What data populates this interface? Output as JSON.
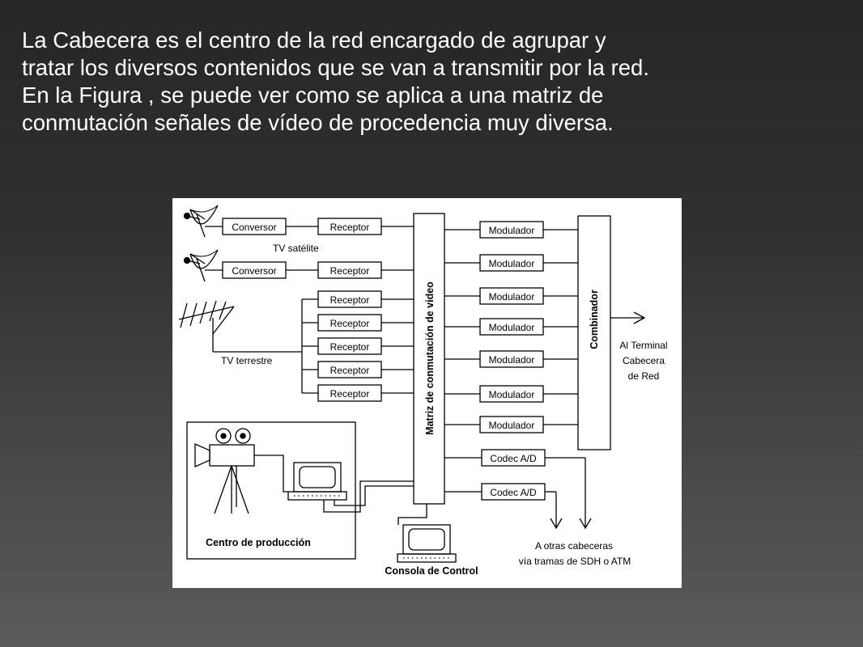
{
  "paragraph": {
    "lines": [
      "La Cabecera es el centro de la red encargado de agrupar y",
      "tratar los diversos contenidos que se van a transmitir por la red.",
      "En la Figura , se puede ver como se aplica a una matriz de",
      "conmutación señales de vídeo de procedencia muy diversa."
    ]
  },
  "diagram": {
    "conversores": [
      "Conversor",
      "Conversor"
    ],
    "receptores": [
      "Receptor",
      "Receptor",
      "Receptor",
      "Receptor",
      "Receptor",
      "Receptor",
      "Receptor"
    ],
    "tv_satelite": "TV satélite",
    "tv_terrestre": "TV terrestre",
    "matriz": "Matriz de conmutación de video",
    "moduladores": [
      "Modulador",
      "Modulador",
      "Modulador",
      "Modulador",
      "Modulador",
      "Modulador",
      "Modulador"
    ],
    "codecs": [
      "Codec A/D",
      "Codec A/D"
    ],
    "combinador": "Combinador",
    "terminal_lines": [
      "Al Terminal",
      "Cabecera",
      "de Red"
    ],
    "otras_lines": [
      "A otras cabeceras",
      "vía tramas de SDH o ATM"
    ],
    "centro_produccion": "Centro de producción",
    "consola": "Consola de Control"
  }
}
